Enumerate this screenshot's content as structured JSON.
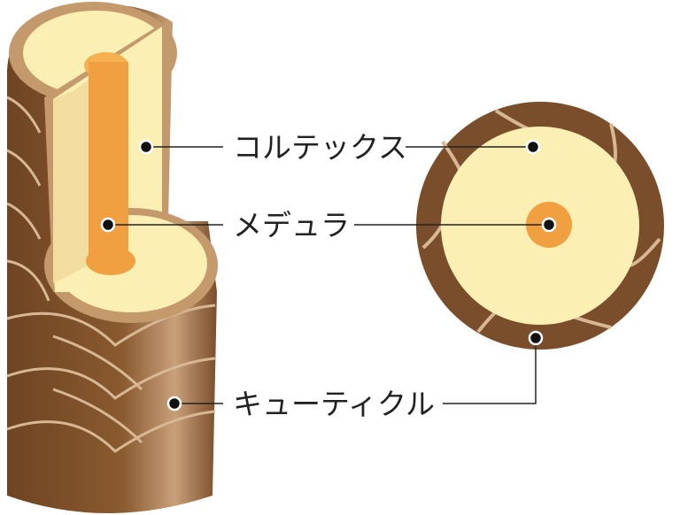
{
  "labels": {
    "cortex": "コルテックス",
    "medulla": "メデュラ",
    "cuticle": "キューティクル"
  },
  "colors": {
    "cuticle_brown": "#7a4e2a",
    "cuticle_light": "#c9a27a",
    "cortex": "#fbefb4",
    "cortex_side": "#f3dca0",
    "medulla": "#f0a040",
    "rim": "#c49a6c"
  }
}
